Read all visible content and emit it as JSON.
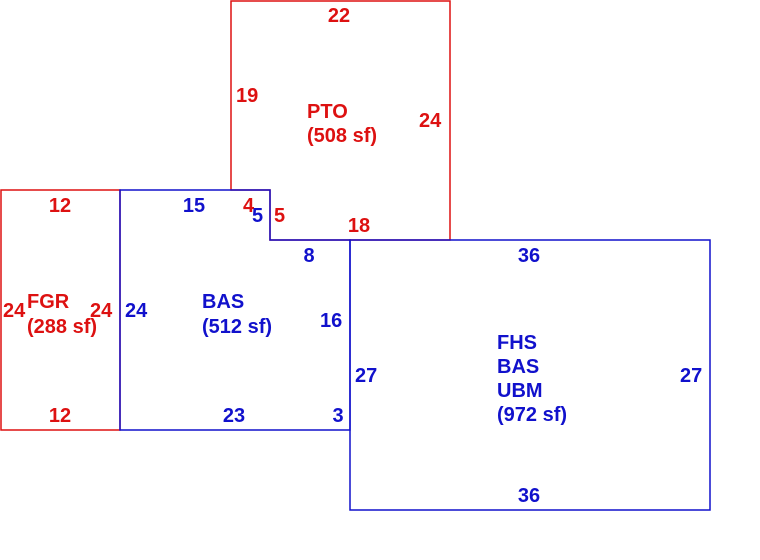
{
  "colors": {
    "red": "#dd1111",
    "blue": "#1111cc",
    "background": "#ffffff"
  },
  "sketch": {
    "pto": {
      "name": "PTO",
      "area": "(508 sf)",
      "dims": {
        "top": "22",
        "left": "19",
        "right": "24",
        "step_top": "4",
        "step_side": "5",
        "bottom": "18"
      }
    },
    "fgr": {
      "name": "FGR",
      "area": "(288 sf)",
      "dims": {
        "top": "12",
        "bottom": "12",
        "left": "24",
        "right": "24"
      }
    },
    "bas": {
      "name": "BAS",
      "area": "(512 sf)",
      "dims": {
        "top": "15",
        "step": "5",
        "left": "24",
        "mid": "8",
        "inner_right": "16",
        "bottom": "23",
        "corner": "3"
      }
    },
    "fhs": {
      "lines": [
        "FHS",
        "BAS",
        "UBM"
      ],
      "area": "(972 sf)",
      "dims": {
        "top": "36",
        "left": "27",
        "right": "27",
        "bottom": "36"
      }
    }
  }
}
